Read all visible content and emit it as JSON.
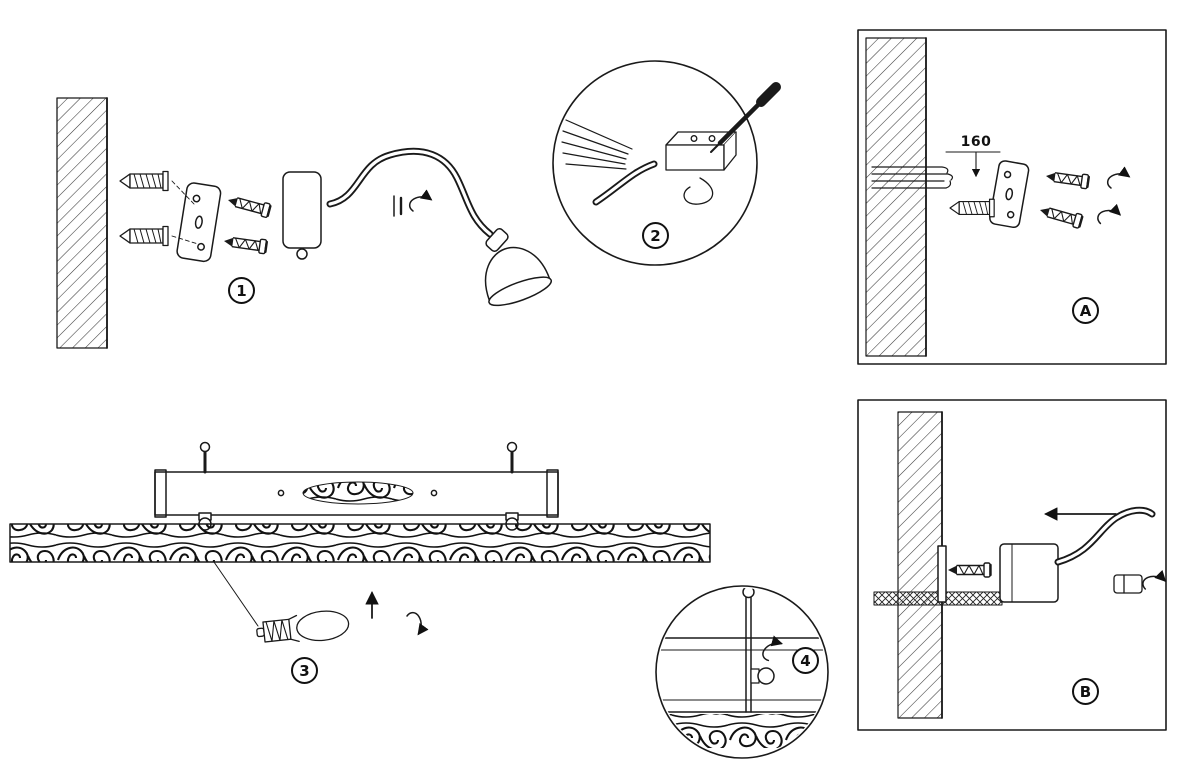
{
  "diagram": {
    "steps": [
      {
        "label": "1"
      },
      {
        "label": "2"
      },
      {
        "label": "3"
      },
      {
        "label": "4"
      }
    ],
    "panels": [
      {
        "label": "A"
      },
      {
        "label": "B"
      }
    ],
    "dimension": "160"
  }
}
